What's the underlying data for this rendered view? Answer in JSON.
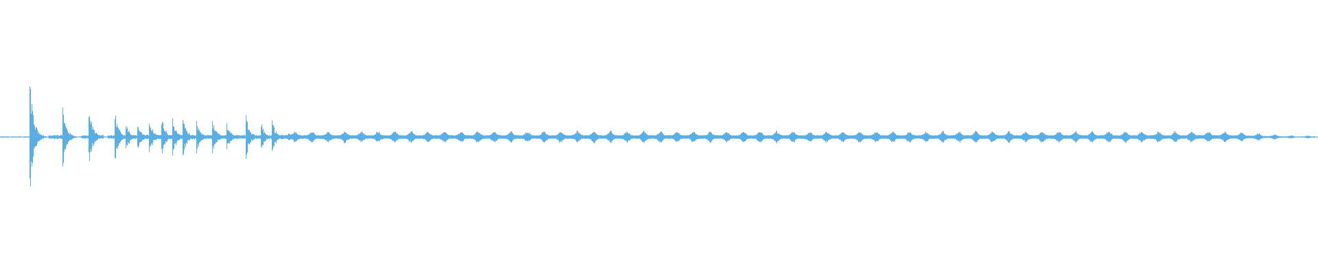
{
  "waveform": {
    "color": "#5aaee6",
    "background": "#ffffff",
    "transients": [
      {
        "t": 0.0223,
        "amp": 0.44
      },
      {
        "t": 0.0472,
        "amp": 0.22
      },
      {
        "t": 0.067,
        "amp": 0.22
      },
      {
        "t": 0.0868,
        "amp": 0.18
      },
      {
        "t": 0.0955,
        "amp": 0.11
      },
      {
        "t": 0.104,
        "amp": 0.1
      },
      {
        "t": 0.113,
        "amp": 0.13
      },
      {
        "t": 0.1222,
        "amp": 0.15
      },
      {
        "t": 0.1305,
        "amp": 0.14
      },
      {
        "t": 0.1385,
        "amp": 0.15
      },
      {
        "t": 0.149,
        "amp": 0.12
      },
      {
        "t": 0.161,
        "amp": 0.14
      },
      {
        "t": 0.172,
        "amp": 0.1
      },
      {
        "t": 0.1865,
        "amp": 0.15
      },
      {
        "t": 0.198,
        "amp": 0.1
      },
      {
        "t": 0.2065,
        "amp": 0.13
      },
      {
        "t": 0.2185,
        "amp": 0.04
      }
    ],
    "sustain": {
      "start": 0.22,
      "end": 0.9985,
      "base_amp": 0.012,
      "pulse_amp": 0.03,
      "pulse_period": 0.0126
    }
  }
}
